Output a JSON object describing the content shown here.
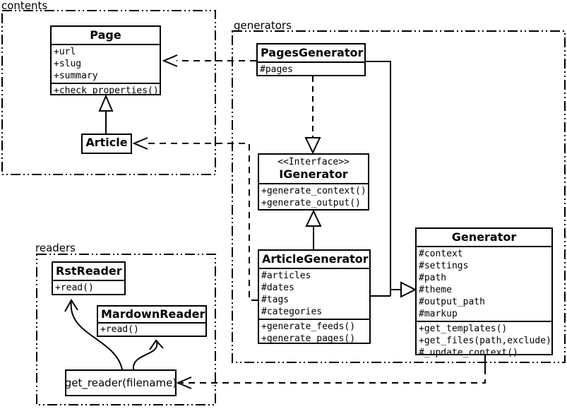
{
  "diagram": {
    "packages": {
      "contents": "contents",
      "generators": "generators",
      "readers": "readers"
    },
    "classes": {
      "page": {
        "name": "Page",
        "attributes": [
          "+url",
          "+slug",
          "+summary"
        ],
        "methods": [
          "+check_properties()"
        ]
      },
      "article": {
        "name": "Article"
      },
      "pagesGenerator": {
        "name": "PagesGenerator",
        "attributes": [
          "#pages"
        ]
      },
      "iGenerator": {
        "stereotype": "<<Interface>>",
        "name": "IGenerator",
        "methods": [
          "+generate_context()",
          "+generate_output()"
        ]
      },
      "articleGenerator": {
        "name": "ArticleGenerator",
        "attributes": [
          "#articles",
          "#dates",
          "#tags",
          "#categories"
        ],
        "methods": [
          "+generate_feeds()",
          "+generate_pages()"
        ]
      },
      "generator": {
        "name": "Generator",
        "attributes": [
          "#context",
          "#settings",
          "#path",
          "#theme",
          "#output_path",
          "#markup"
        ],
        "methods": [
          "+get_templates()",
          "+get_files(path,exclude)",
          "#_update_context()"
        ]
      },
      "rstReader": {
        "name": "RstReader",
        "methods": [
          "+read()"
        ]
      },
      "mardownReader": {
        "name": "MardownReader",
        "methods": [
          "+read()"
        ]
      },
      "getReader": {
        "name": "get_reader(filename)"
      }
    },
    "relationships": [
      {
        "from": "Article",
        "to": "Page",
        "type": "generalization"
      },
      {
        "from": "PagesGenerator",
        "to": "Page",
        "type": "dependency"
      },
      {
        "from": "ArticleGenerator",
        "to": "Article",
        "type": "dependency"
      },
      {
        "from": "PagesGenerator",
        "to": "IGenerator",
        "type": "realization"
      },
      {
        "from": "ArticleGenerator",
        "to": "IGenerator",
        "type": "generalization"
      },
      {
        "from": "PagesGenerator",
        "to": "Generator",
        "type": "generalization"
      },
      {
        "from": "ArticleGenerator",
        "to": "Generator",
        "type": "generalization"
      },
      {
        "from": "Generator",
        "to": "get_reader(filename)",
        "type": "dependency"
      },
      {
        "from": "get_reader(filename)",
        "to": "RstReader",
        "type": "association"
      },
      {
        "from": "get_reader(filename)",
        "to": "MardownReader",
        "type": "association"
      }
    ],
    "colors": {
      "line": "#000000",
      "background": "#ffffff"
    }
  }
}
